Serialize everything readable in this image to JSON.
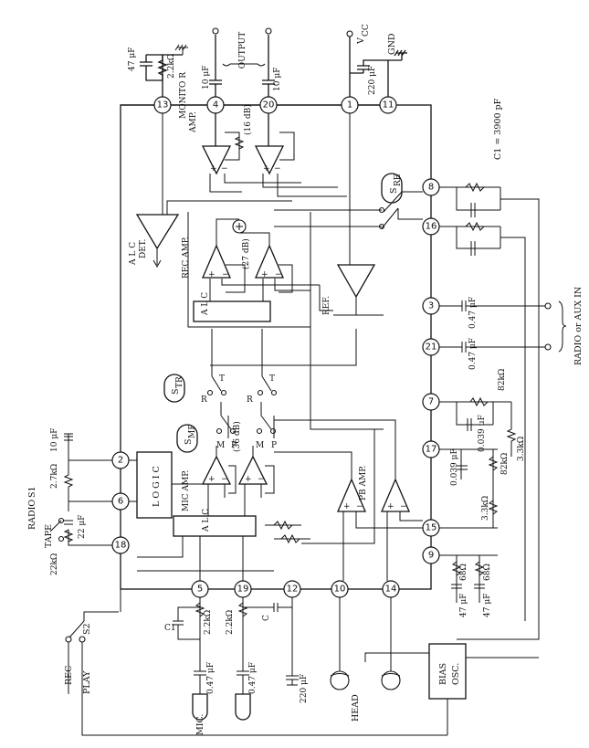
{
  "pins": [
    "1",
    "2",
    "3",
    "4",
    "5",
    "6",
    "7",
    "8",
    "9",
    "10",
    "11",
    "12",
    "13",
    "14",
    "15",
    "16",
    "17",
    "18",
    "19",
    "20",
    "21"
  ],
  "labels": {
    "output": "OUTPUT",
    "vcc": "V",
    "vcc_sub": "CC",
    "gnd": "GND",
    "monitor_amp_1": "MONITO R",
    "monitor_amp_2": "AMP.",
    "gain16": "(16 dB)",
    "alc_det_1": "A L C",
    "alc_det_2": "DET.",
    "rec_amp": "REC AMP.",
    "gain27": "(27 dB)",
    "ref": "REF.",
    "alc": "A L C",
    "s_re": "S",
    "s_re_sub": "RE",
    "s_tr": "S",
    "s_tr_sub": "TR",
    "s_mp": "S",
    "s_mp_sub": "MP",
    "logic": "L O G I C",
    "mic_amp": "MIC AMP.",
    "gain36": "(36 dB)",
    "pb_amp": "PB AMP.",
    "bias_osc_1": "BIAS",
    "bias_osc_2": "OSC.",
    "head": "HEAD",
    "mic": "MIC.",
    "radio": "RADIO",
    "tape": "TAPE",
    "s1": "S1",
    "s2": "S2",
    "rec": "REC",
    "play": "PLAY",
    "radio_aux": "RADIO or AUX IN",
    "c1_value": "C1 = 3900 pF",
    "c1": "C1",
    "c": "C",
    "r": "R",
    "t": "T",
    "m": "M",
    "p": "P"
  },
  "components": {
    "c47uf": "47 μF",
    "r2_2k": "2.2kΩ",
    "c10uf_a": "10 μF",
    "c10uf_b": "10 μF",
    "c220uf": "220 μF",
    "c047_3": "0.47 μF",
    "c047_21": "0.47 μF",
    "r82k_7": "82kΩ",
    "c0039_7": "0.039 μF",
    "r3_3k_7": "3.3kΩ",
    "c0039_17": "0.039 μF",
    "r82k_17": "82kΩ",
    "r3_3k_15": "3.3kΩ",
    "r68_a": "68Ω",
    "r68_b": "68Ω",
    "c47uf_a": "47 μF",
    "c47uf_b": "47 μF",
    "c10uf_logic": "10 μF",
    "r2_7k": "2.7kΩ",
    "c22uf": "22 μF",
    "r22k": "22kΩ",
    "r2_2k_5": "2.2kΩ",
    "r2_2k_19": "2.2kΩ",
    "c047_mic1": "0.47 μF",
    "c047_mic2": "0.47 μF",
    "c220uf_12": "220 μF"
  }
}
